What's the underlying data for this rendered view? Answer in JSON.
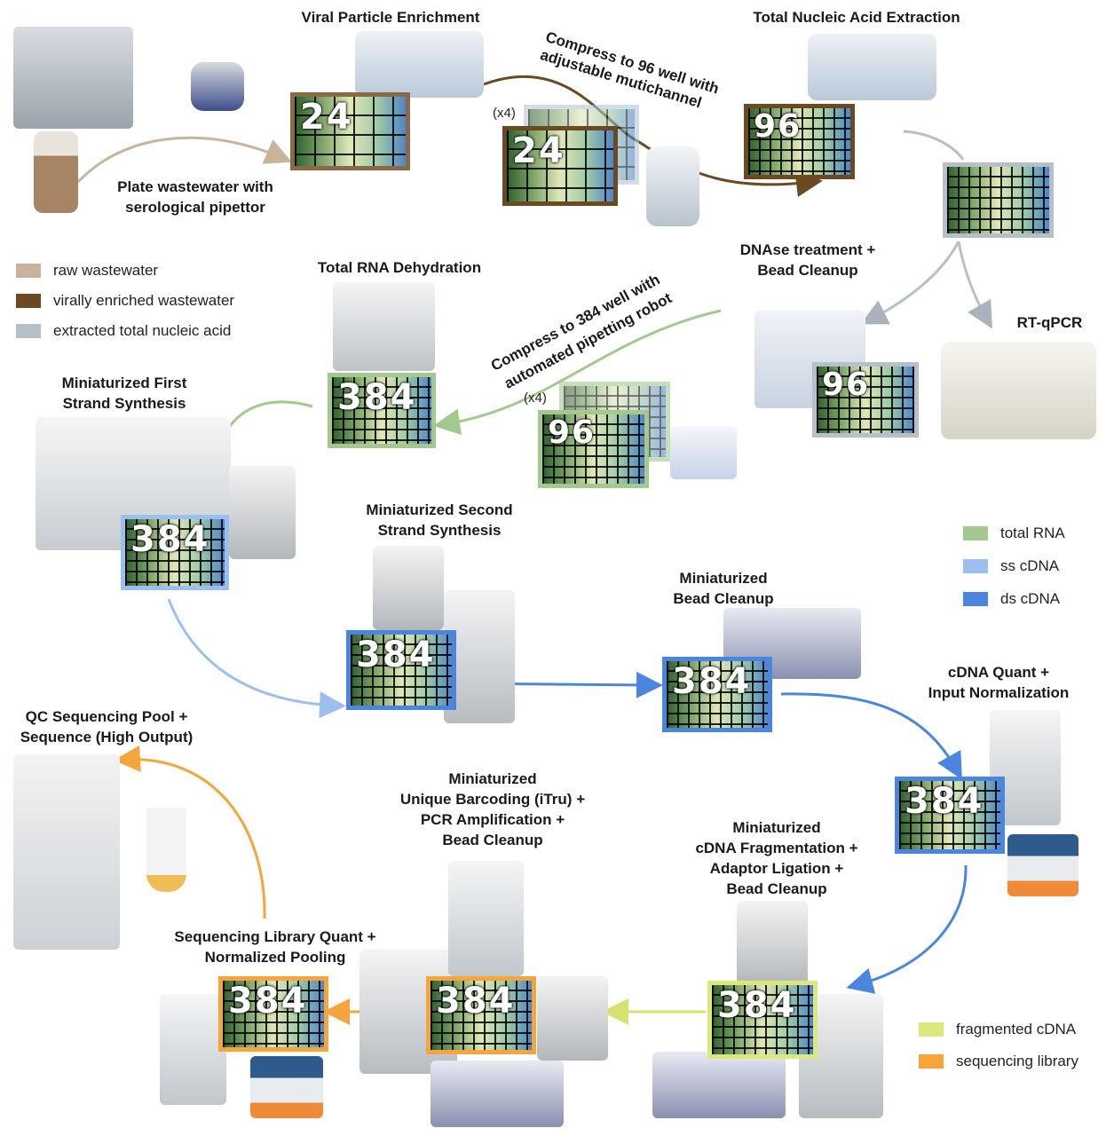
{
  "labels": {
    "viral_enrichment": "Viral Particle Enrichment",
    "nucleic_extraction": "Total Nucleic Acid Extraction",
    "plate_wastewater_1": "Plate wastewater with",
    "plate_wastewater_2": "serological pipettor",
    "compress96_1": "Compress to 96 well with",
    "compress96_2": "adjustable mutichannel",
    "dnase_1": "DNAse treatment +",
    "dnase_2": "Bead Cleanup",
    "rtqpcr": "RT-qPCR",
    "rna_dehydration": "Total RNA Dehydration",
    "compress384_1": "Compress to 384 well with",
    "compress384_2": "automated pipetting robot",
    "first_strand_1": "Miniaturized First",
    "first_strand_2": "Strand Synthesis",
    "second_strand_1": "Miniaturized Second",
    "second_strand_2": "Strand Synthesis",
    "bead_cleanup_1": "Miniaturized",
    "bead_cleanup_2": "Bead Cleanup",
    "cdna_quant_1": "cDNA Quant +",
    "cdna_quant_2": "Input Normalization",
    "qc_seq_1": "QC Sequencing Pool +",
    "qc_seq_2": "Sequence (High Output)",
    "barcoding_1": "Miniaturized",
    "barcoding_2": "Unique Barcoding (iTru) +",
    "barcoding_3": "PCR Amplification +",
    "barcoding_4": "Bead Cleanup",
    "fragmentation_1": "Miniaturized",
    "fragmentation_2": "cDNA Fragmentation +",
    "fragmentation_3": "Adaptor Ligation +",
    "fragmentation_4": "Bead Cleanup",
    "library_quant_1": "Sequencing Library Quant +",
    "library_quant_2": "Normalized Pooling",
    "x4_a": "(x4)",
    "x4_b": "(x4)"
  },
  "plates": {
    "p24a": "24",
    "p24b": "24",
    "p96a": "96",
    "p96b": "96",
    "p96c": "96",
    "p384a": "384",
    "p384b": "384",
    "p384c": "384",
    "p384d": "384",
    "p384e": "384",
    "p384f": "384",
    "p384g": "384",
    "p384h": "384"
  },
  "legend_top": [
    {
      "label": "raw wastewater",
      "color": "#c8b49a"
    },
    {
      "label": "virally enriched wastewater",
      "color": "#6b4a22"
    },
    {
      "label": "extracted total nucleic acid",
      "color": "#b7c0c8"
    }
  ],
  "legend_mid": [
    {
      "label": "total RNA",
      "color": "#a3c98e"
    },
    {
      "label": "ss cDNA",
      "color": "#9cbff2"
    },
    {
      "label": "ds cDNA",
      "color": "#4a86e0"
    }
  ],
  "legend_bottom": [
    {
      "label": "fragmented cDNA",
      "color": "#dde87a"
    },
    {
      "label": "sequencing library",
      "color": "#f5a53a"
    }
  ],
  "colors": {
    "raw": "#c8b49a",
    "enriched": "#6b4a22",
    "nucleic": "#b7c0c8",
    "rna": "#a3c98e",
    "sscdna": "#9cbff2",
    "dscdna": "#4a86e0",
    "frag": "#dde87a",
    "library": "#f5a53a"
  }
}
